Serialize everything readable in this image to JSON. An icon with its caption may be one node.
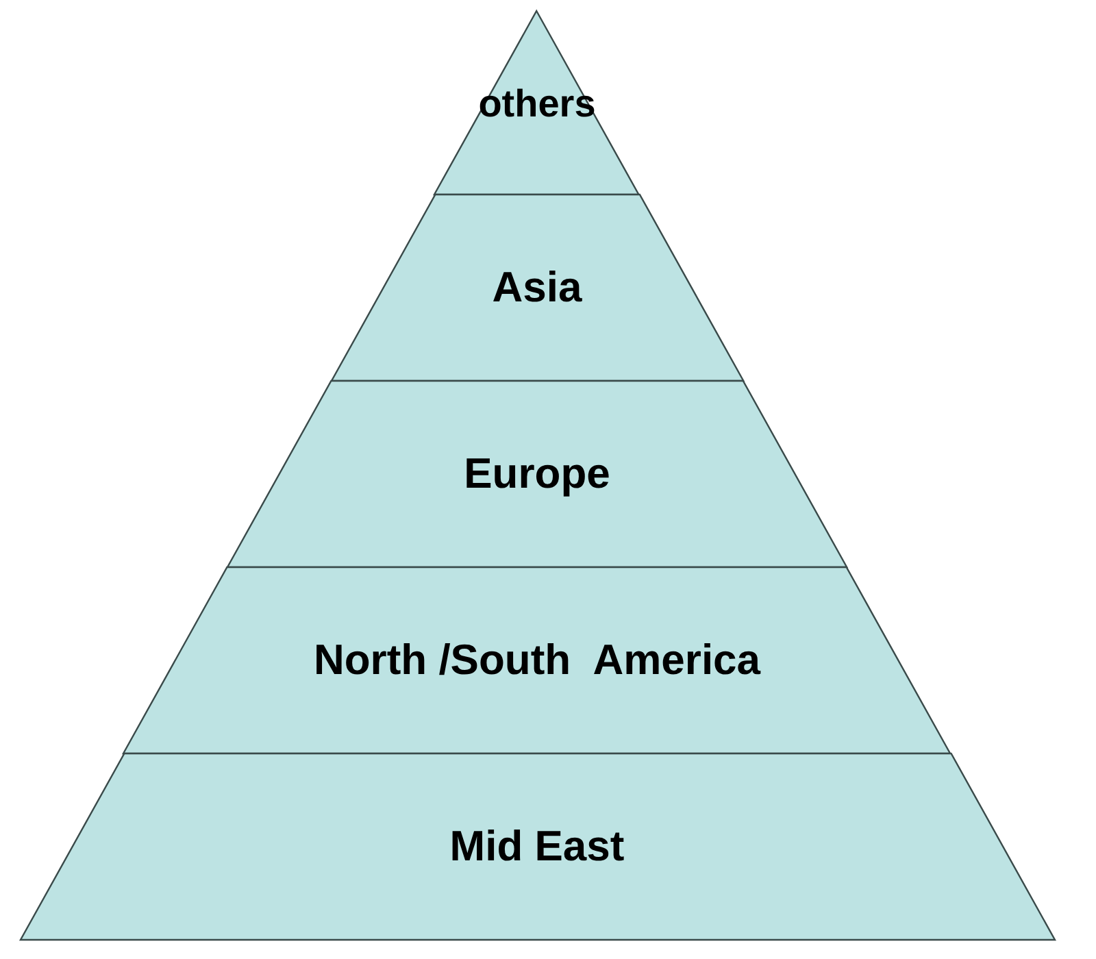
{
  "diagram": {
    "nodes": [
      {
        "text": [
          "others"
        ]
      },
      {
        "text": [
          "Asia"
        ]
      },
      {
        "text": [
          "Europe"
        ]
      },
      {
        "text": [
          "North /South  America"
        ]
      },
      {
        "text": [
          "Mid East"
        ]
      }
    ]
  }
}
